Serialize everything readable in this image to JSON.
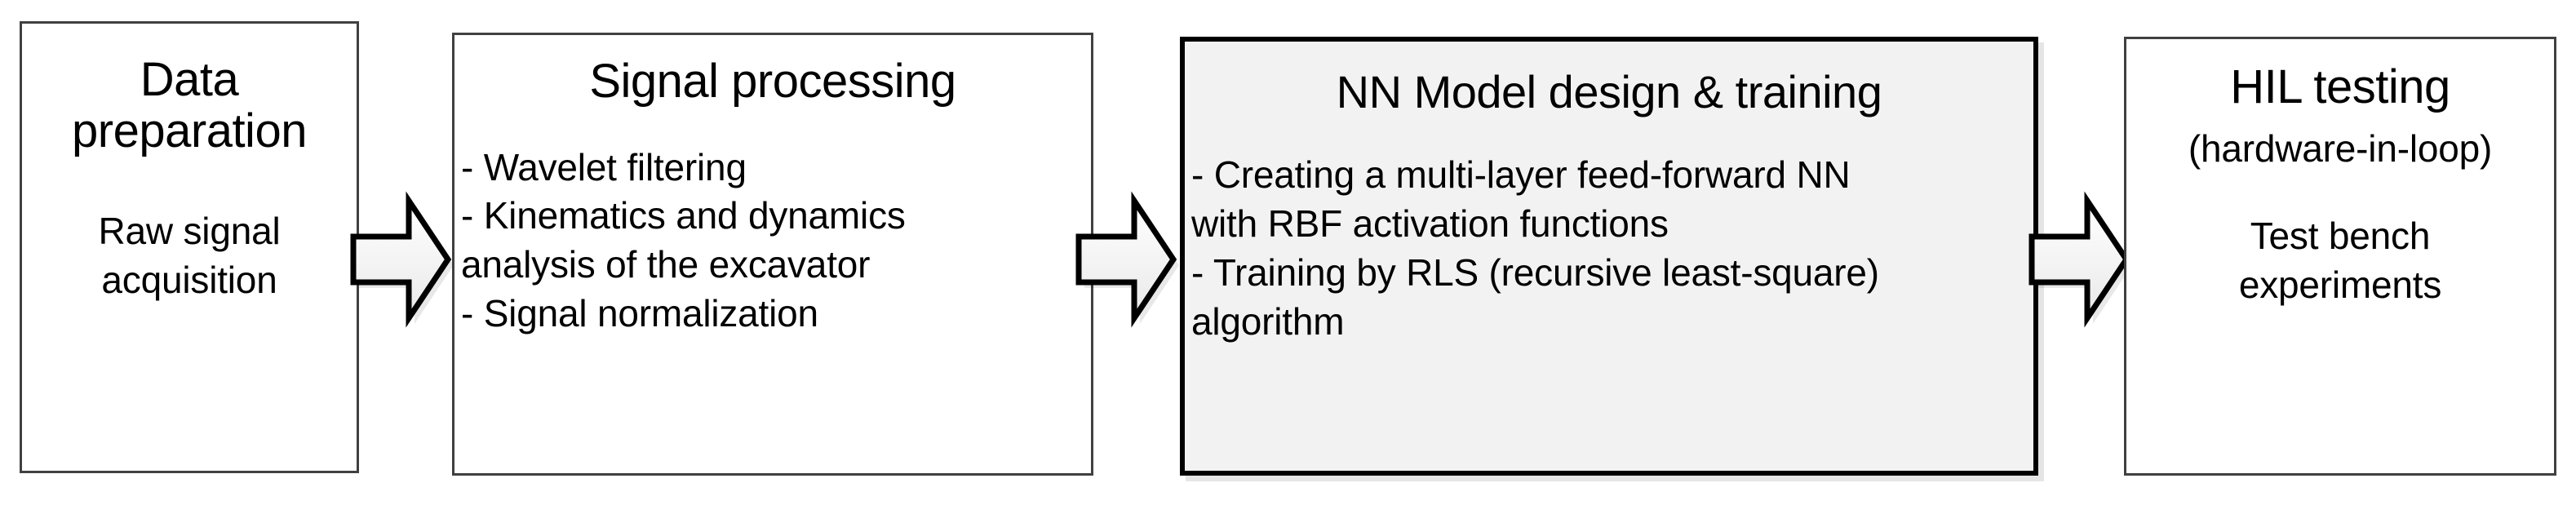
{
  "diagram": {
    "type": "process-flow",
    "orientation": "left-to-right",
    "title": "",
    "colors": {
      "page_background": "#FFFFFF",
      "box_fill": "#FFFFFF",
      "box_border": "#404040",
      "emphasis_box_fill": "#F2F2F2",
      "emphasis_box_border": "#000000",
      "arrow_fill": "#F4F4F4",
      "arrow_border": "#000000",
      "text": "#000000"
    },
    "stages": [
      {
        "id": "data-preparation",
        "title": "Data preparation",
        "title_lines": [
          "Data",
          "preparation"
        ],
        "emphasis": false,
        "body_align": "center",
        "body_lines": [
          "Raw signal",
          "acquisition"
        ]
      },
      {
        "id": "signal-processing",
        "title": "Signal processing",
        "title_lines": [
          "Signal processing"
        ],
        "emphasis": false,
        "body_align": "left",
        "body_lines": [
          "- Wavelet filtering",
          "- Kinematics and dynamics",
          "analysis of the excavator",
          "- Signal normalization"
        ]
      },
      {
        "id": "nn-model-design-training",
        "title": "NN Model design & training",
        "title_lines": [
          "NN Model design & training"
        ],
        "emphasis": true,
        "body_align": "left",
        "body_lines": [
          "- Creating a multi-layer feed-forward NN",
          "with RBF activation functions",
          "- Training by RLS (recursive least-square)",
          "algorithm"
        ]
      },
      {
        "id": "hil-testing",
        "title": "HIL testing",
        "title_lines": [
          "HIL testing"
        ],
        "emphasis": false,
        "body_align": "center",
        "body_lines": [
          "(hardware-in-loop)",
          "",
          "Test bench",
          "experiments"
        ]
      }
    ],
    "connectors": [
      {
        "id": "arrow-1",
        "icon": "right-block-arrow-icon",
        "from": "data-preparation",
        "to": "signal-processing"
      },
      {
        "id": "arrow-2",
        "icon": "right-block-arrow-icon",
        "from": "signal-processing",
        "to": "nn-model-design-training"
      },
      {
        "id": "arrow-3",
        "icon": "right-block-arrow-icon",
        "from": "nn-model-design-training",
        "to": "hil-testing"
      }
    ]
  }
}
